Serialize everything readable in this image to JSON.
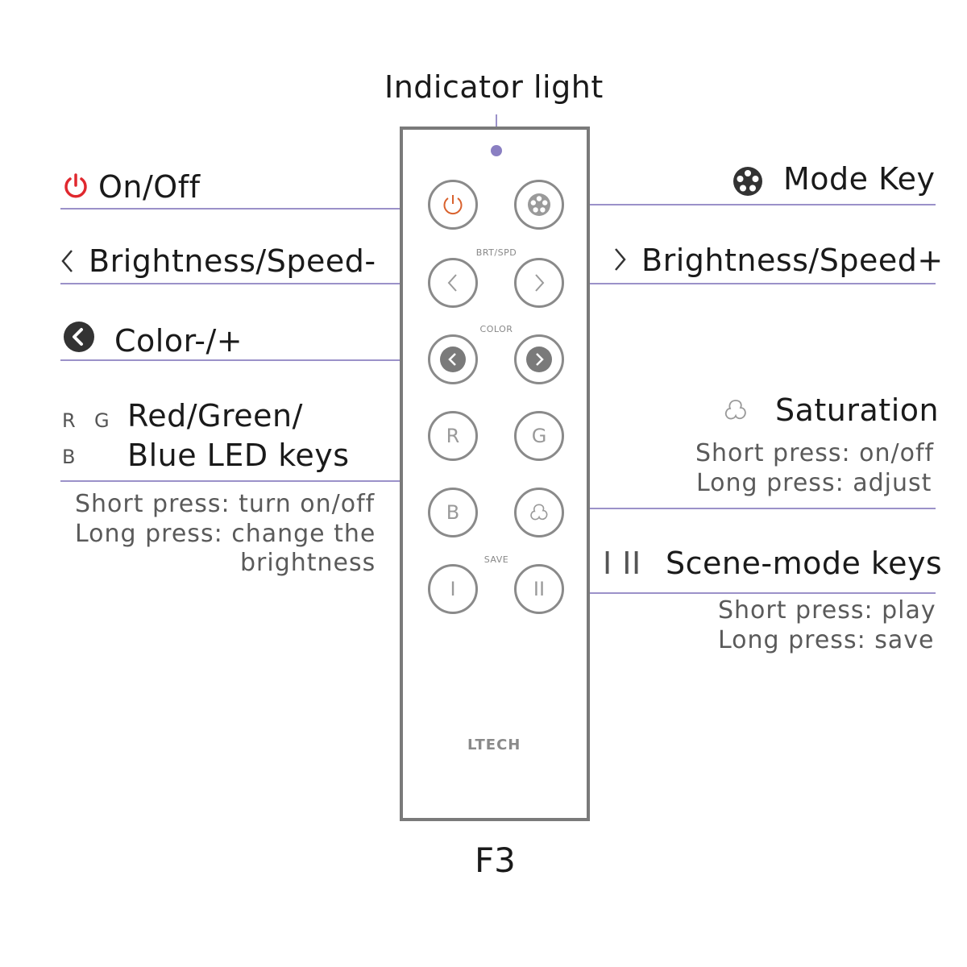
{
  "indicator_label": "Indicator light",
  "left": {
    "onoff": "On/Off",
    "brightness_minus": "Brightness/Speed-",
    "color": "Color-/+",
    "rgb_title_line1": "Red/Green/",
    "rgb_title_line2": "Blue LED keys",
    "rgb_letters": {
      "r": "R",
      "g": "G",
      "b": "B"
    },
    "rgb_note_line1": "Short press: turn on/off",
    "rgb_note_line2": "Long press: change the",
    "rgb_note_line3": "brightness"
  },
  "right": {
    "mode": "Mode Key",
    "brightness_plus": "Brightness/Speed+",
    "saturation": "Saturation",
    "saturation_note1": "Short press: on/off",
    "saturation_note2": "Long press: adjust",
    "scene_icons": "I  II",
    "scene": "Scene-mode keys",
    "scene_note1": "Short press: play",
    "scene_note2": "Long press: save"
  },
  "remote": {
    "brt_spd_label": "BRT/SPD",
    "color_label": "COLOR",
    "save_label": "SAVE",
    "r": "R",
    "g": "G",
    "b": "B",
    "scene1": "I",
    "scene2": "II",
    "brand": "LTECH",
    "model": "F3"
  },
  "colors": {
    "leader": "#9b91c9",
    "dot": "#8a7fc2",
    "power_red": "#e0282e",
    "power_orange": "#d9622e"
  },
  "icons": [
    "power-icon",
    "mode-icon",
    "chevron-left-icon",
    "chevron-right-icon",
    "color-left-icon",
    "saturation-icon"
  ]
}
